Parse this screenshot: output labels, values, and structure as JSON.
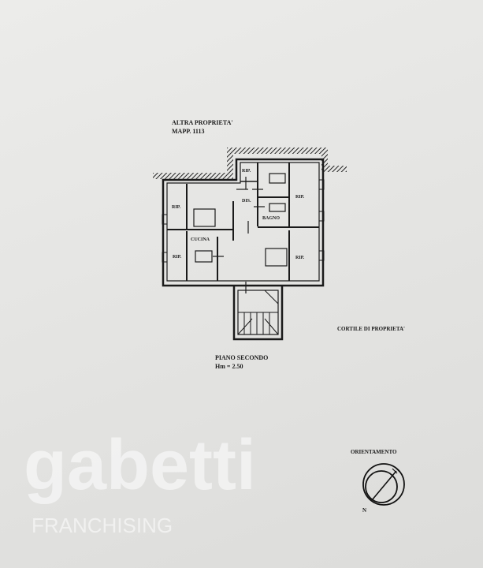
{
  "plan": {
    "neighbor_label": "ALTRA PROPRIETA'",
    "parcel_label": "MAPP. 1113",
    "rooms": {
      "rip_left_top": "RIP.",
      "rip_left_bottom": "RIP.",
      "rip_small": "RIP.",
      "rip_right_top": "RIP.",
      "rip_right_bottom": "RIP.",
      "dis": "DIS.",
      "bagno": "BAGNO",
      "cucina": "CUCINA"
    },
    "floor_label": "PIANO SECONDO",
    "height_label": "Hm = 2.50",
    "courtyard_label": "CORTILE DI PROPRIETA'",
    "orientation_label": "ORIENTAMENTO",
    "north_label": "N"
  },
  "watermark": {
    "brand": "gabetti",
    "sub": "FRANCHISING"
  },
  "colors": {
    "paper": "#e6e6e4",
    "ink": "#1a1a1a",
    "watermark": "#ffffff"
  }
}
